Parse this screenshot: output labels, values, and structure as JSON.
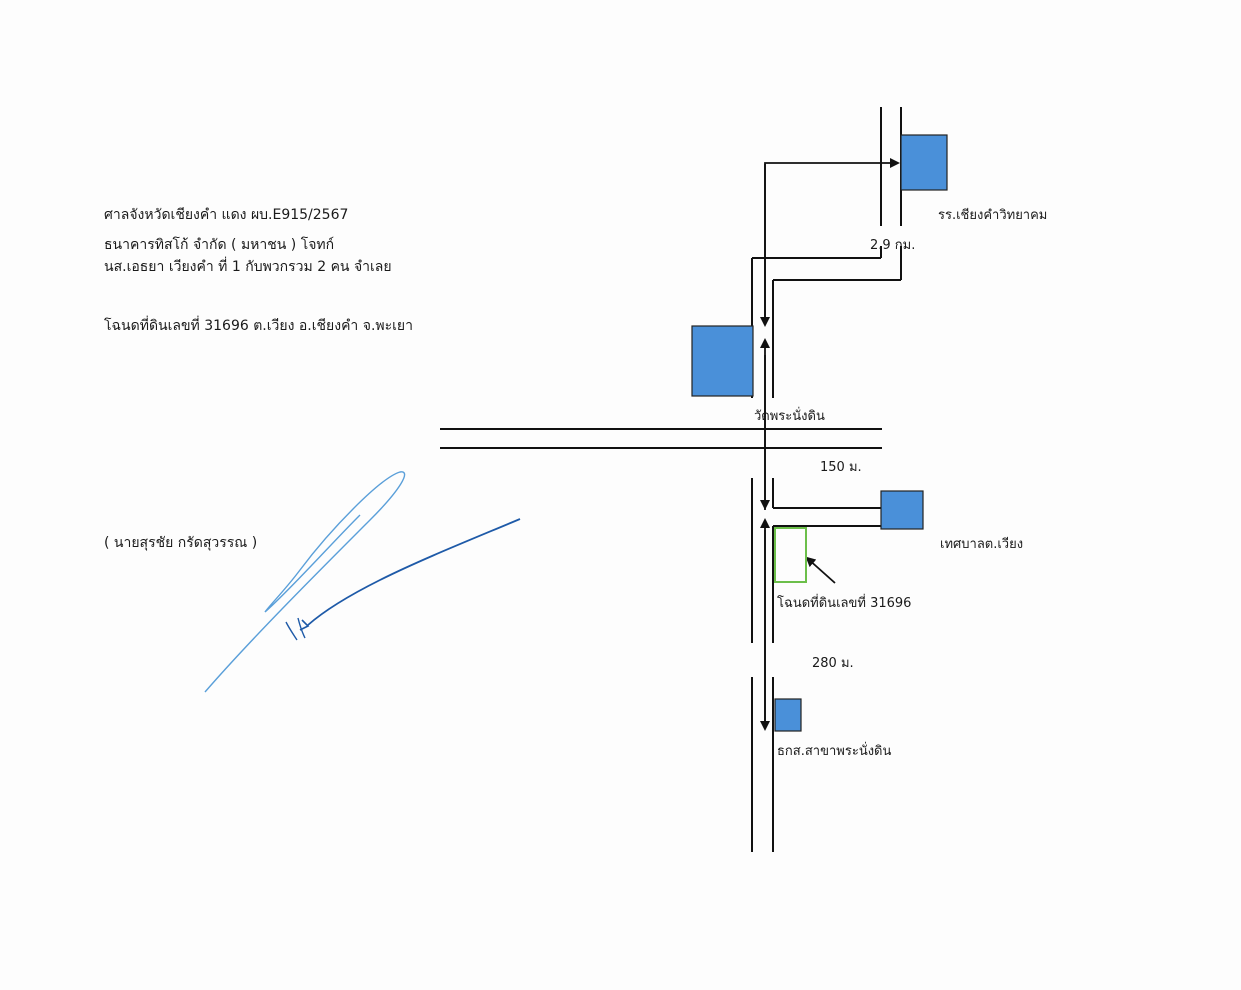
{
  "header": {
    "line1": "ศาลจังหวัดเชียงคำ แดง ผบ.E915/2567",
    "line2": "ธนาคารทิสโก้ จำกัด ( มหาชน )   โจทก์",
    "line3": "นส.เอธยา เวียงคำ ที่ 1 กับพวกรวม 2 คน จำเลย",
    "deed": "โฉนดที่ดินเลขที่ 31696 ต.เวียง อ.เชียงคำ จ.พะเยา"
  },
  "signer": "( นายสุรชัย กรัดสุวรรณ )",
  "map": {
    "landmarks": {
      "school": "รร.เชียงคำวิทยาคม",
      "temple": "วัดพระนั่งดิน",
      "municipality": "เทศบาลต.เวียง",
      "bank": "ธกส.สาขาพระนั่งดิน"
    },
    "distances": {
      "d1": "2.9 กม.",
      "d2": "150 ม.",
      "d3": "280 ม."
    },
    "parcel_label": "โฉนดที่ดินเลขที่ 31696"
  },
  "colors": {
    "building": "#4a90d9",
    "parcel": "#6cbf4a",
    "signature": "#1e5aa8"
  }
}
